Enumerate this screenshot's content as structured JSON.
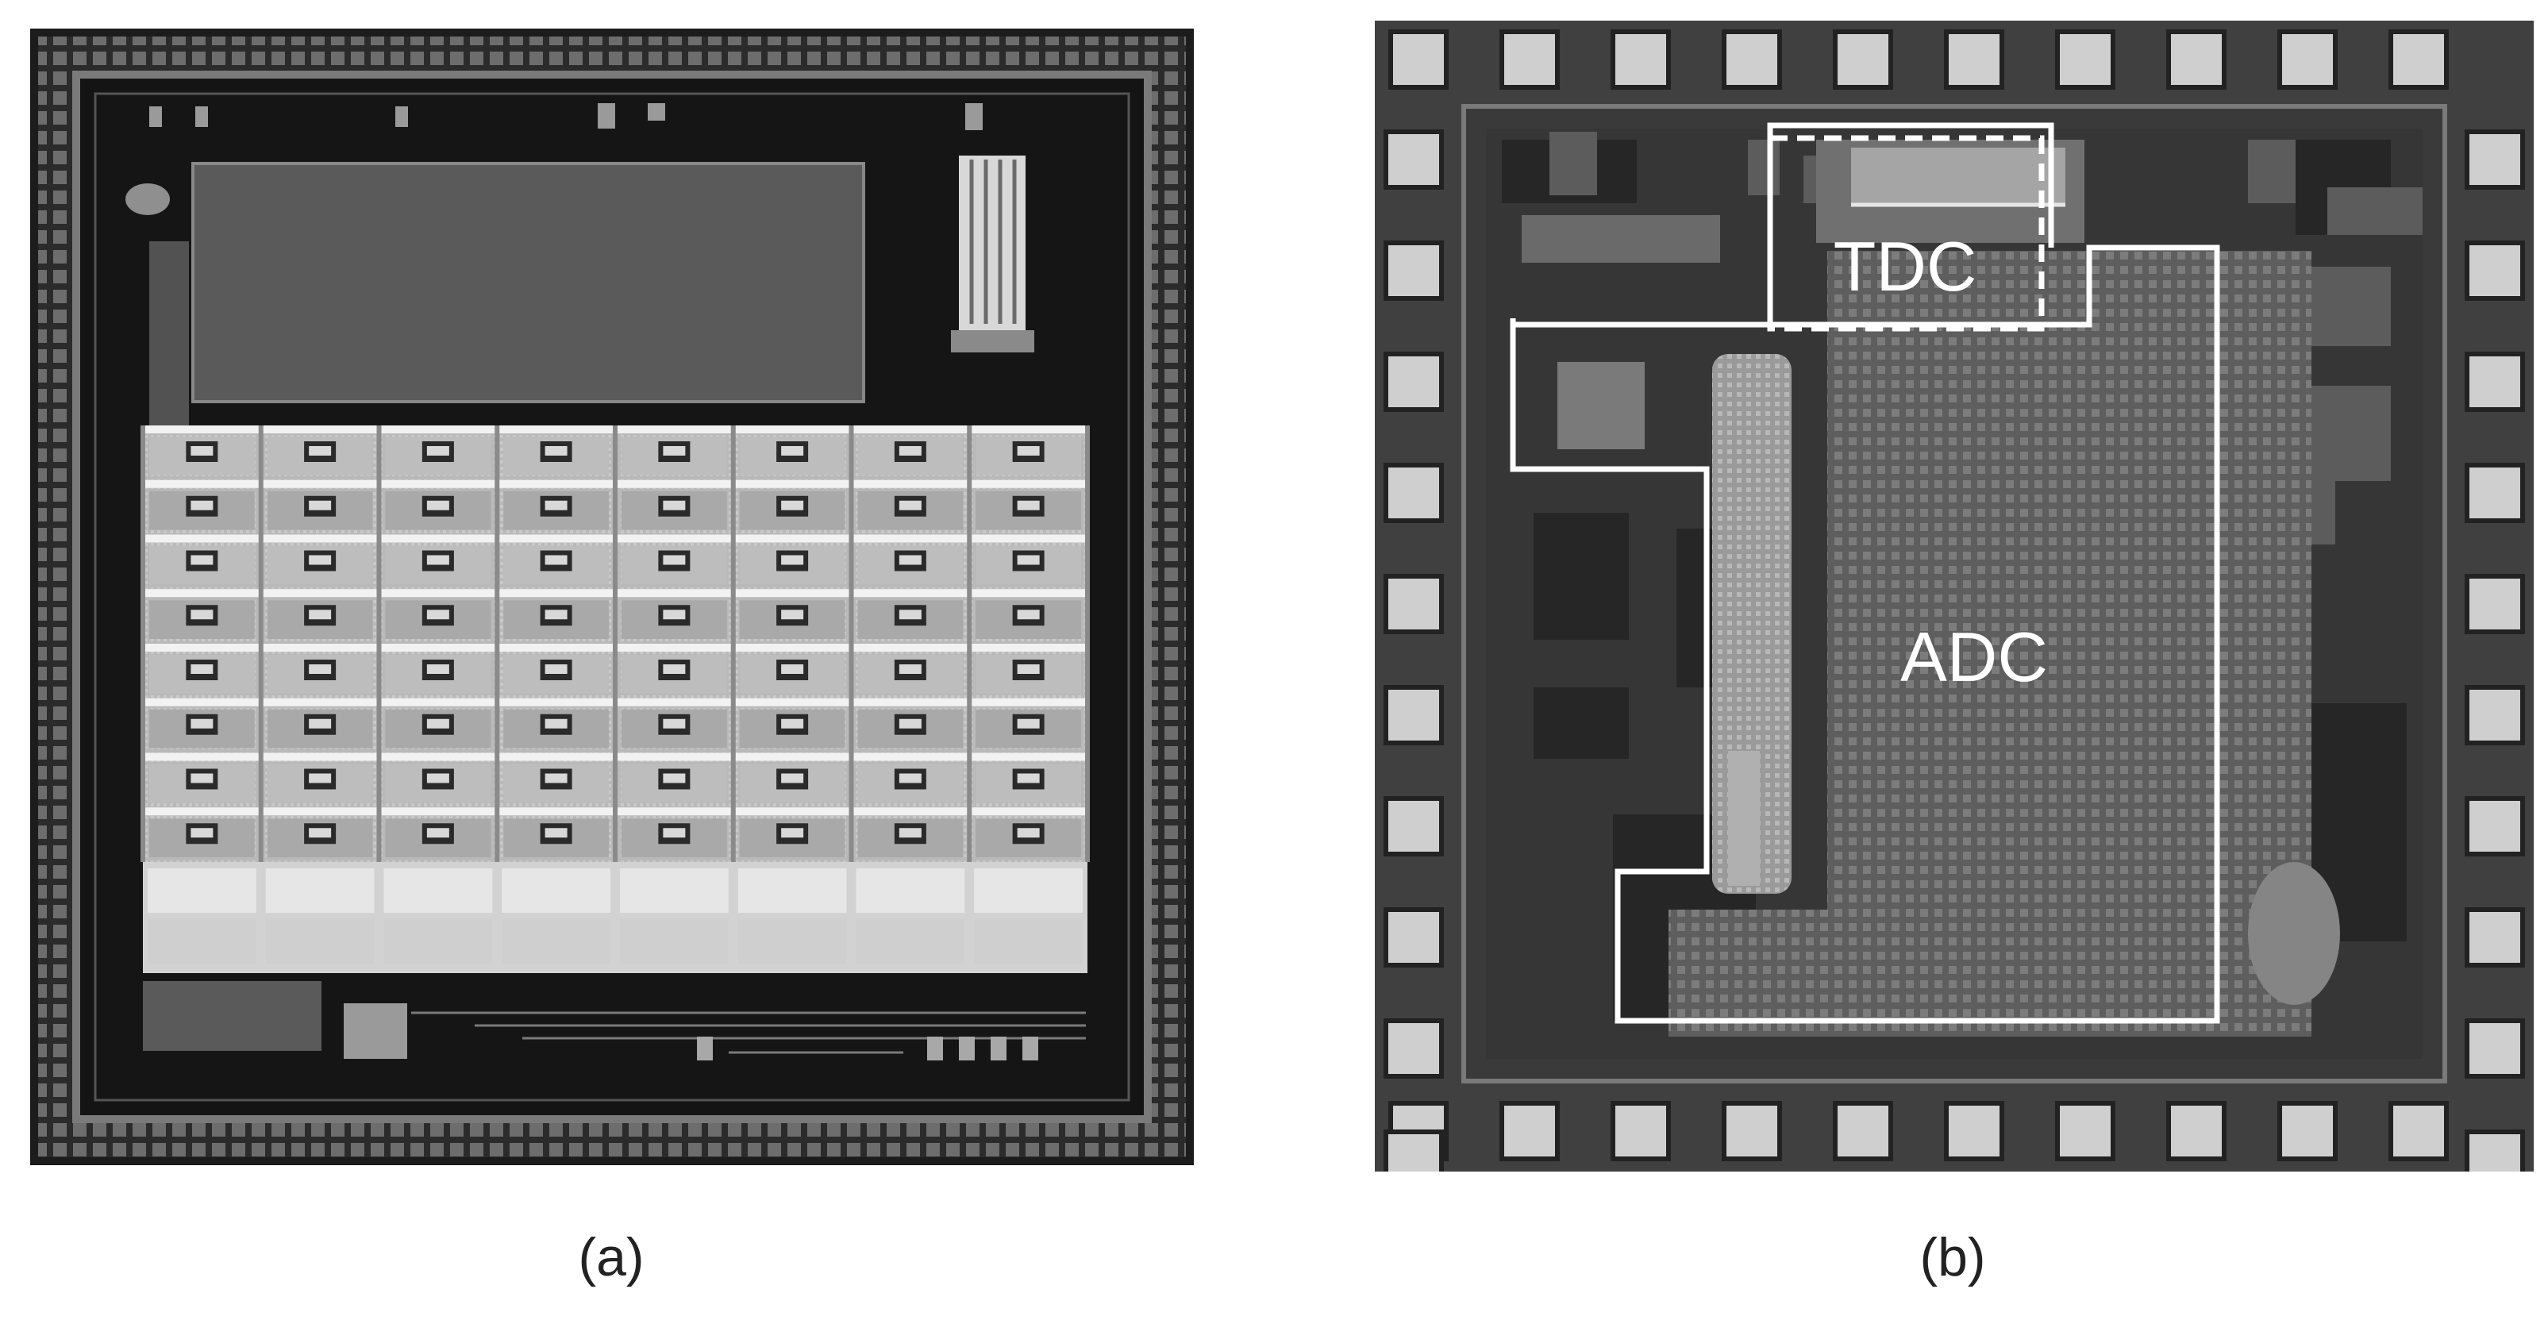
{
  "panels": [
    {
      "caption": "(a)"
    },
    {
      "caption": "(b)",
      "regions": [
        {
          "label": "TDC"
        },
        {
          "label": "ADC"
        }
      ]
    }
  ]
}
